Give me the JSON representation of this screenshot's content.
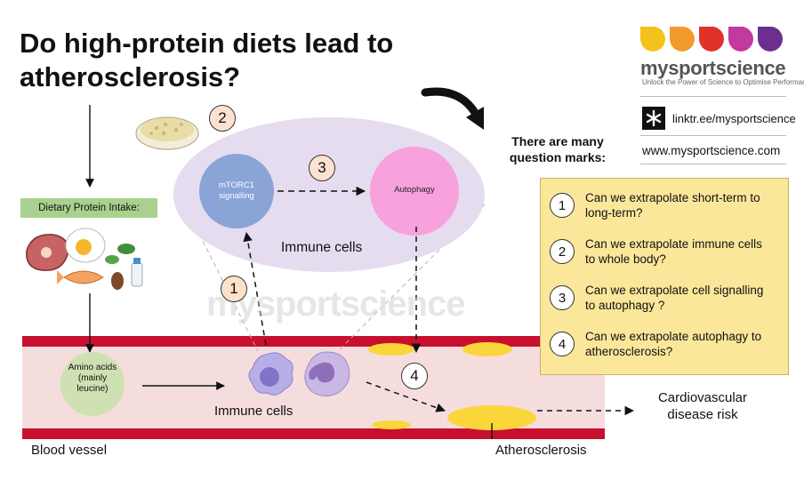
{
  "title": "Do high-protein diets lead to atherosclerosis?",
  "brand": {
    "name": "mysportscience",
    "tagline": "Unlock the Power of Science to Optimise Performance",
    "linktree": "linktr.ee/mysportscience",
    "website": "www.mysportscience.com",
    "logo_colors": [
      "#f4c21a",
      "#f39a2c",
      "#e0322a",
      "#c2399f",
      "#6c2f8f"
    ]
  },
  "callout": "There are many question marks:",
  "questions": [
    {
      "number": "1",
      "text": "Can we extrapolate short-term to long-term?"
    },
    {
      "number": "2",
      "text": "Can we extrapolate immune cells to whole body?"
    },
    {
      "number": "3",
      "text": "Can we extrapolate cell signalling to autophagy ?"
    },
    {
      "number": "4",
      "text": "Can we extrapolate autophagy to atherosclerosis?"
    }
  ],
  "diagram": {
    "dietary_label": "Dietary Protein Intake:",
    "amino_acids": "Amino acids (mainly leucine)",
    "immune_cells_vessel": "Immune cells",
    "immune_cells_zoom": "Immune cells",
    "mtorc1": "mTORC1 signalling",
    "autophagy": "Autophagy",
    "blood_vessel": "Blood vessel",
    "atherosclerosis": "Atherosclerosis",
    "cvd_risk": "Cardiovascular disease risk",
    "step_badges": [
      "1",
      "2",
      "3",
      "4"
    ],
    "watermark": "mysportscience"
  }
}
